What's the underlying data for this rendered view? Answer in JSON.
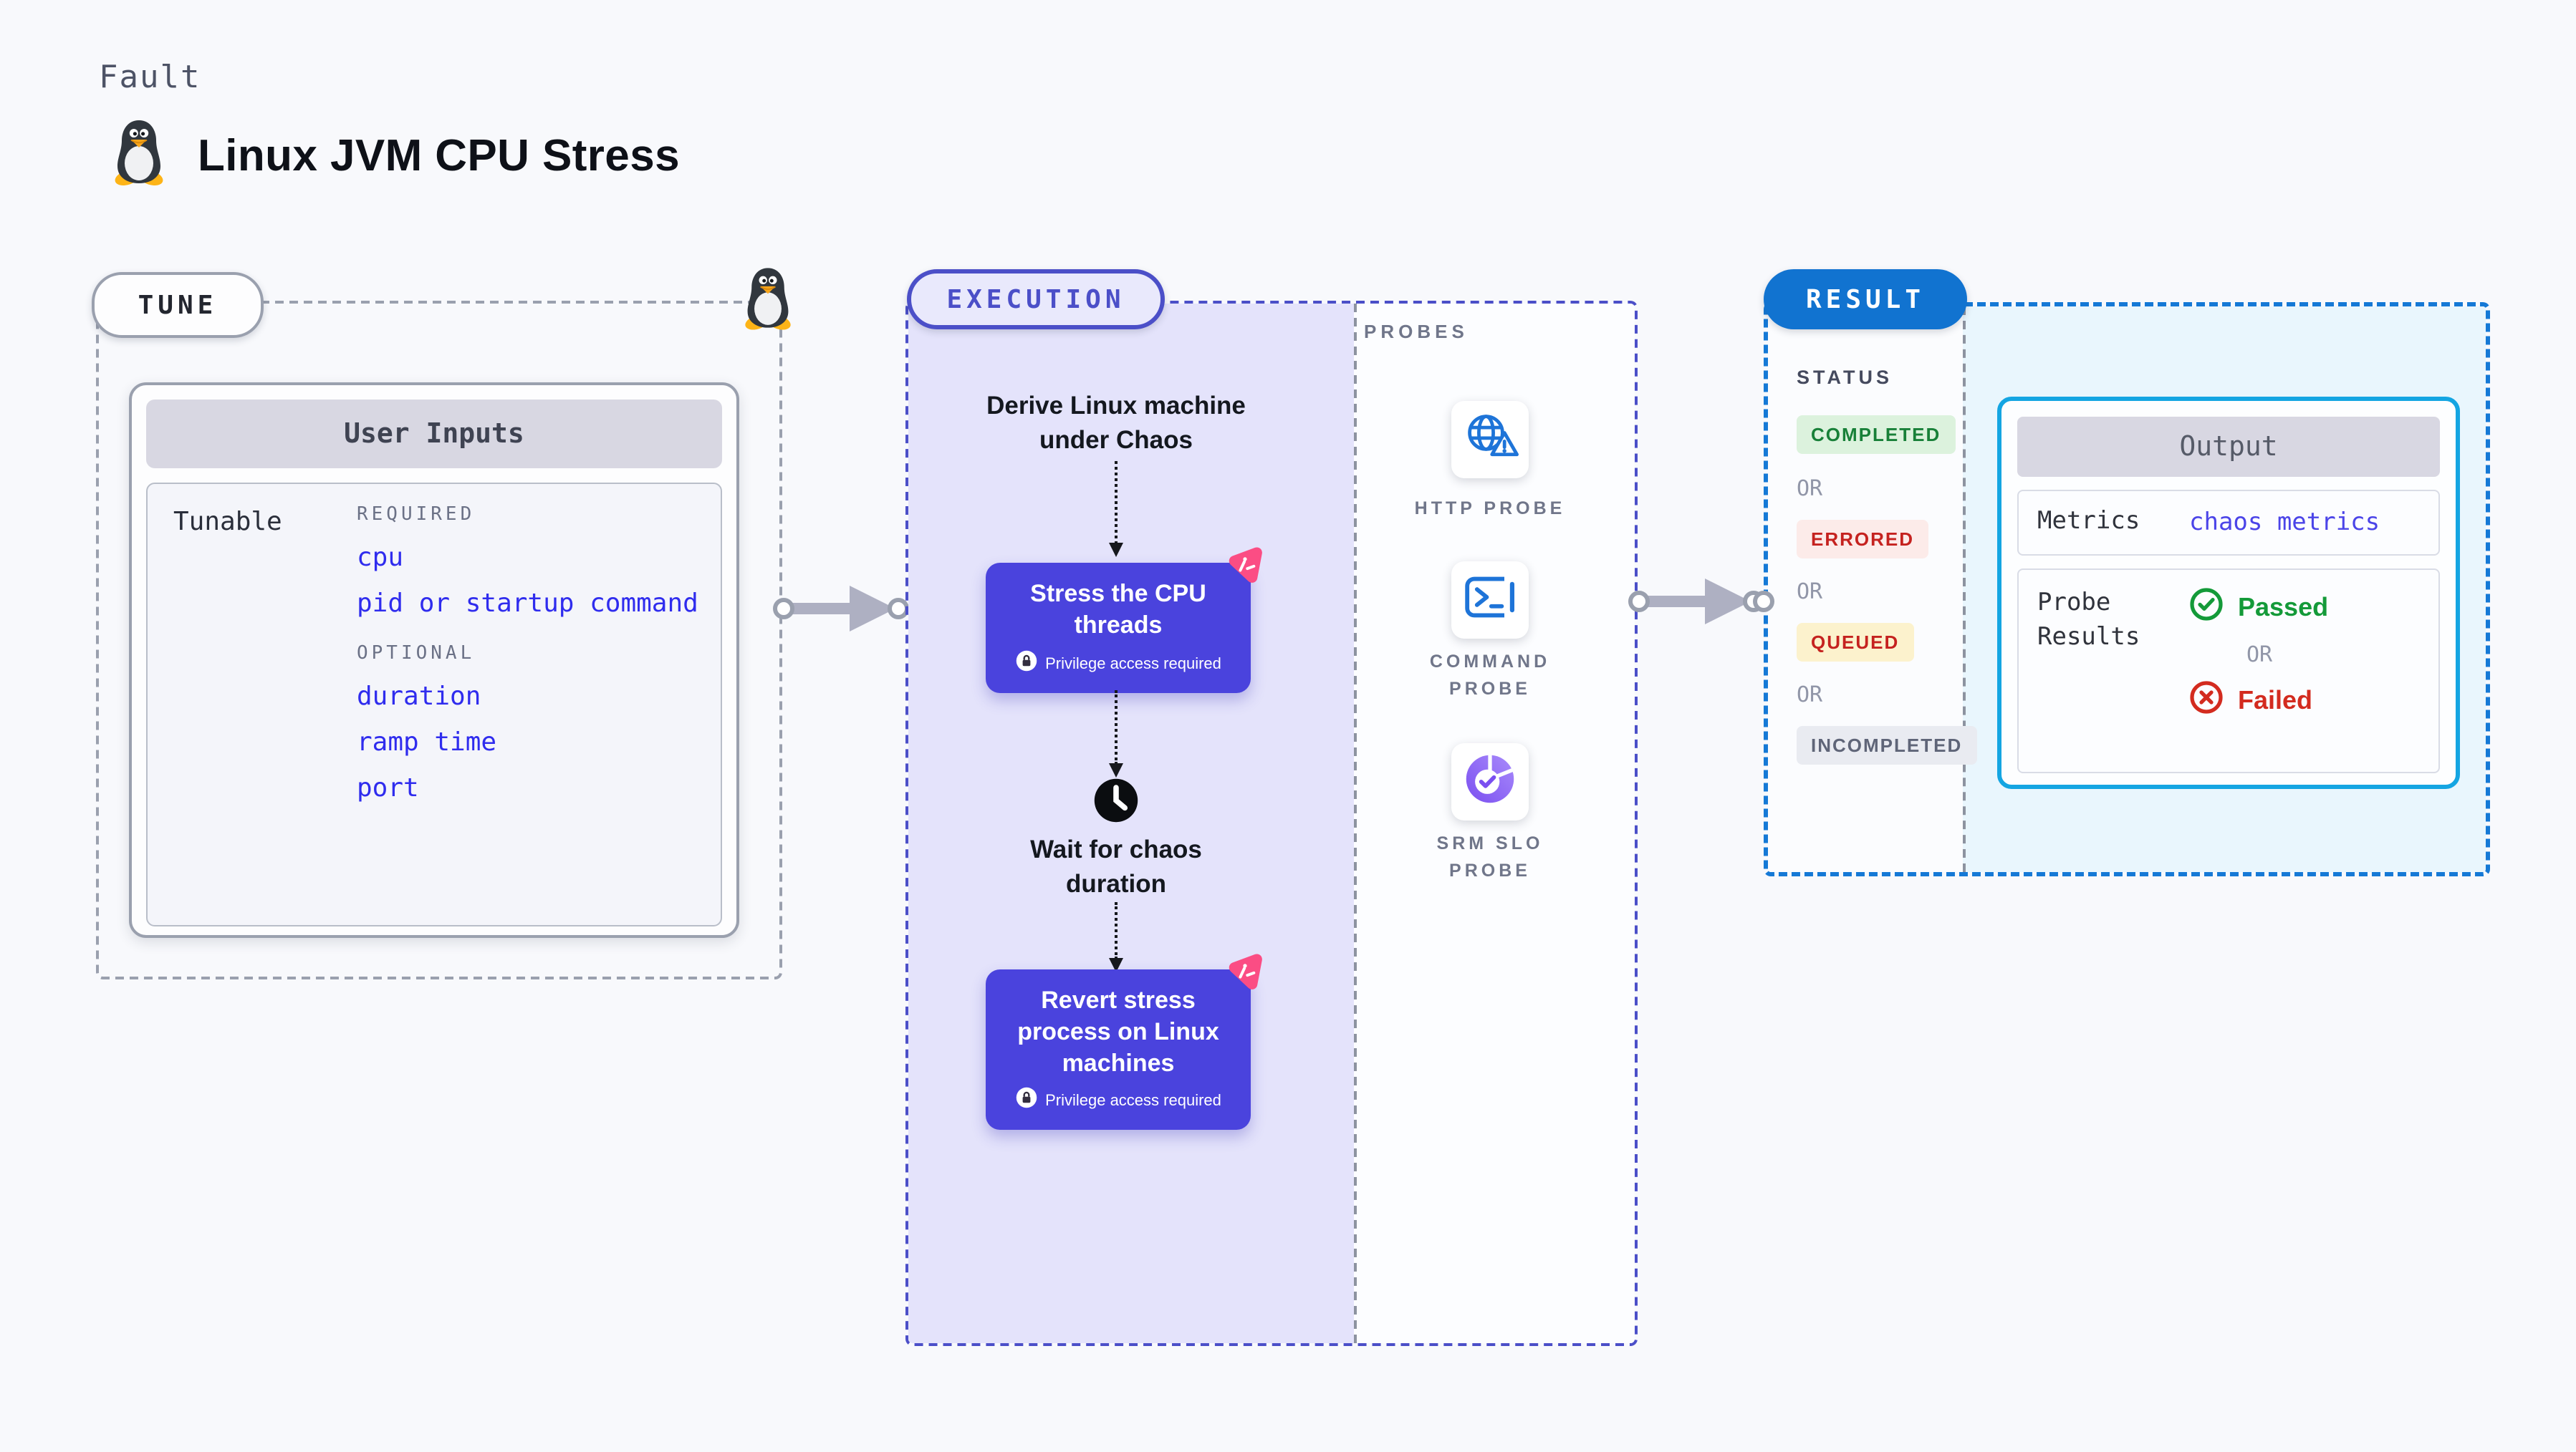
{
  "header": {
    "fault_label": "Fault",
    "title": "Linux JVM CPU Stress"
  },
  "tune": {
    "badge": "TUNE",
    "card_title": "User Inputs",
    "row_label": "Tunable",
    "required_label": "REQUIRED",
    "required_items": [
      "cpu",
      "pid or startup command"
    ],
    "optional_label": "OPTIONAL",
    "optional_items": [
      "duration",
      "ramp time",
      "port"
    ]
  },
  "execution": {
    "badge": "EXECUTION",
    "derive_step": "Derive Linux machine under Chaos",
    "stress_step": {
      "title": "Stress the CPU threads",
      "privilege_note": "Privilege access required"
    },
    "wait_step": "Wait for chaos duration",
    "revert_step": {
      "title": "Revert stress process on Linux machines",
      "privilege_note": "Privilege access required"
    }
  },
  "probes": {
    "label": "PROBES",
    "items": [
      {
        "label": "HTTP PROBE",
        "icon": "globe-warning-icon"
      },
      {
        "label": "COMMAND PROBE",
        "icon": "terminal-icon"
      },
      {
        "label": "SRM SLO PROBE",
        "icon": "slo-pie-icon"
      }
    ]
  },
  "result": {
    "badge": "RESULT",
    "status_label": "STATUS",
    "or_label": "OR",
    "statuses": [
      "COMPLETED",
      "ERRORED",
      "QUEUED",
      "INCOMPLETED"
    ],
    "output": {
      "title": "Output",
      "metrics_label": "Metrics",
      "metrics_value": "chaos metrics",
      "probe_results_label": "Probe Results",
      "passed_label": "Passed",
      "failed_label": "Failed"
    }
  },
  "colors": {
    "page_bg": "#f8f9fc",
    "accent_indigo": "#4b4fc8",
    "execution_fill": "#e4e3fb",
    "node_indigo": "#4a43dd",
    "chaos_pink": "#fb4d84",
    "result_blue": "#1173d0",
    "result_fill": "#e9f6fd",
    "output_border_cyan": "#14a5e2",
    "link_blue": "#2f2cee",
    "passed_green": "#149a39",
    "failed_red": "#d32b1f",
    "queued_bg": "#fcf2cd",
    "errored_bg": "#fcebe9",
    "completed_bg": "#dcf2dd"
  }
}
